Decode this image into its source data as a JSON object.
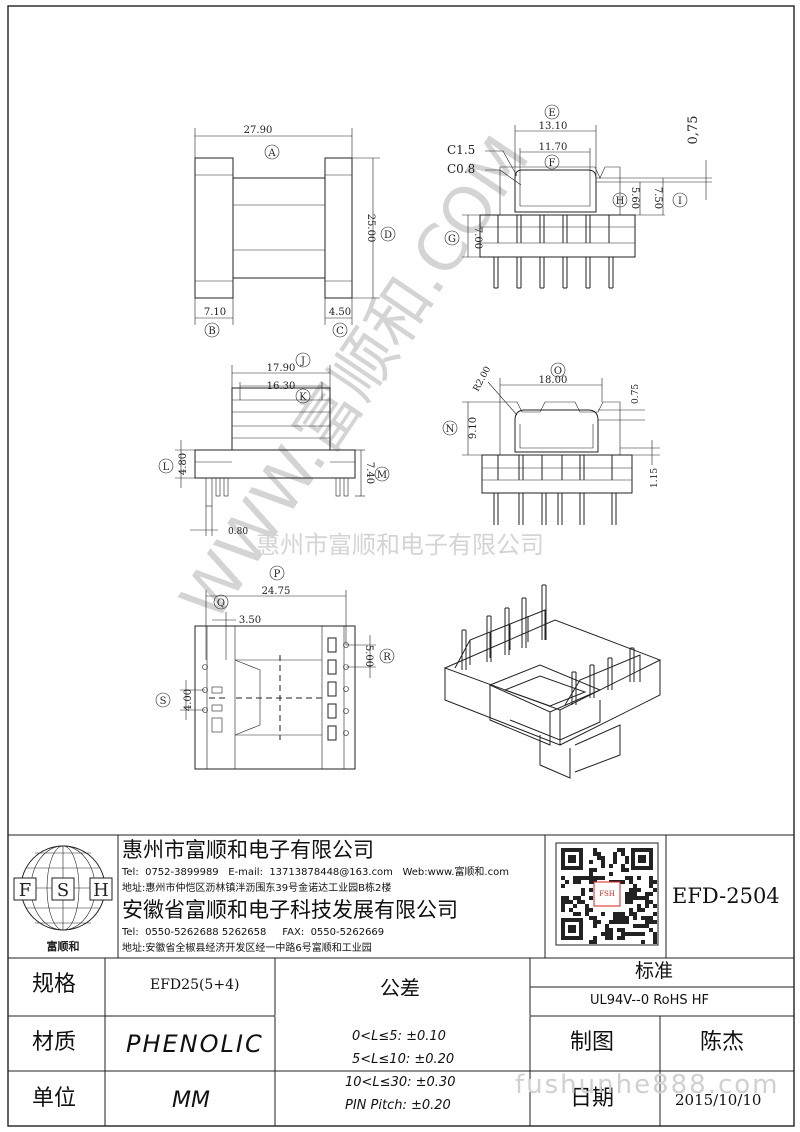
{
  "drawing": {
    "dims": {
      "a": "27.90",
      "b": "7.10",
      "c": "4.50",
      "d": "25.00",
      "e": "13.10",
      "f": "11.70",
      "c15": "C1.5",
      "c08": "C0.8",
      "g": "7.00",
      "h": "5.60",
      "i": "7.50",
      "t075": "0,75",
      "j": "17.90",
      "k": "16.30",
      "l": "4.80",
      "m": "7.40",
      "t080": "0.80",
      "r2": "R2.00",
      "o": "18.00",
      "n": "9.10",
      "s075": "0.75",
      "s115": "1.15",
      "p": "24.75",
      "q": "3.50",
      "r": "5.00",
      "s": "4.00"
    },
    "labels": [
      "A",
      "B",
      "C",
      "D",
      "E",
      "F",
      "G",
      "H",
      "I",
      "J",
      "K",
      "L",
      "M",
      "N",
      "O",
      "P",
      "Q",
      "R",
      "S"
    ]
  },
  "watermark": {
    "diagonal": "WWW.富顺和.COM",
    "company": "惠州市富顺和电子有限公司",
    "website": "fushunhe888.com"
  },
  "title_block": {
    "logo": {
      "letters": [
        "F",
        "S",
        "H"
      ],
      "name": "富顺和"
    },
    "company1": {
      "name": "惠州市富顺和电子有限公司",
      "tel_label": "Tel:",
      "tel": "0752-3899989",
      "email_label": "E-mail:",
      "email": "13713878448@163.com",
      "web_label": "Web:",
      "web": "www.富顺和.com",
      "addr_label": "地址:",
      "addr": "惠州市仲恺区沥林镇泮沥围东39号金诺达工业园B栋2楼"
    },
    "company2": {
      "name": "安徽省富顺和电子科技发展有限公司",
      "tel_label": "Tel:",
      "tel": "0550-5262688  5262658",
      "fax_label": "FAX:",
      "fax": "0550-5262669",
      "addr_label": "地址:",
      "addr": "安徽省全椒县经济开发区经一中路6号富顺和工业园"
    },
    "part_no": "EFD-2504",
    "spec_label": "规格",
    "spec_value": "EFD25(5+4)",
    "material_label": "材质",
    "material_value": "PHENOLIC",
    "unit_label": "单位",
    "unit_value": "MM",
    "tolerance_label": "公差",
    "tolerances": [
      "0<L≤5: ±0.10",
      "5<L≤10: ±0.20",
      "10<L≤30: ±0.30",
      "PIN Pitch: ±0.20"
    ],
    "standard_label": "标准",
    "standard_value": "UL94V--0  RoHS HF",
    "drawer_label": "制图",
    "drawer_value": "陈杰",
    "date_label": "日期",
    "date_value": "2015/10/10",
    "qr_text": "FSH"
  }
}
